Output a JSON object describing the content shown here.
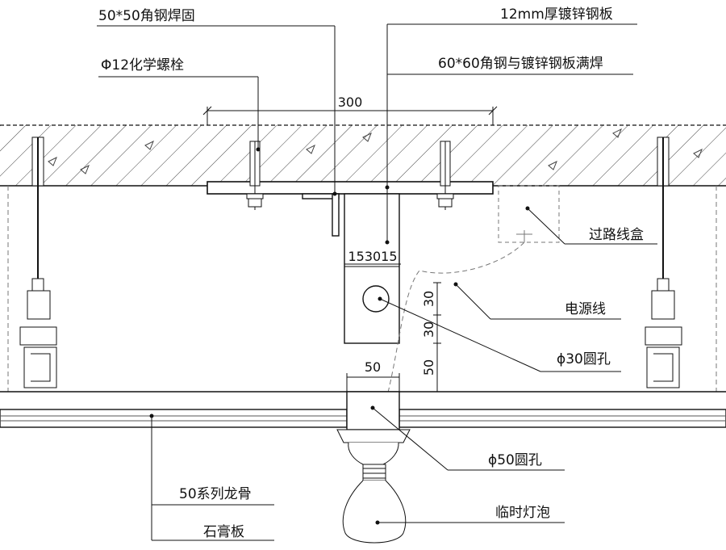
{
  "labels": {
    "angle_weld_50": "50*50角钢焊固",
    "plate_12mm": "12mm厚镀锌钢板",
    "anchor_bolt": "Φ12化学螺栓",
    "angle_weld_60": "60*60角钢与镀锌钢板满焊",
    "junction_box": "过路线盒",
    "power_wire": "电源线",
    "hole_30": "ϕ30圆孔",
    "hole_50": "ϕ50圆孔",
    "keel_50": "50系列龙骨",
    "gypsum_board": "石膏板",
    "temp_bulb": "临时灯泡"
  },
  "dimensions": {
    "plate_width": "300",
    "bracket_holes": "153015",
    "hole_gap": "50",
    "vert_30a": "30",
    "vert_30b": "30",
    "vert_50": "50"
  },
  "colors": {
    "line": "#111111",
    "hatch": "#333333",
    "dashed": "#777777"
  }
}
